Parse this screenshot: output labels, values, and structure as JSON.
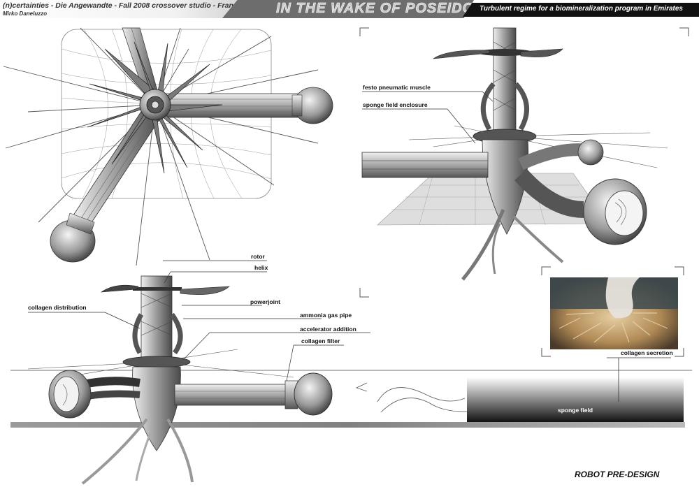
{
  "header": {
    "credit": "(n)certainties - Die Angewandte - Fall 2008 crossover studio - Francois Roche",
    "author": "Mirko Daneluzzo",
    "title": "IN THE WAKE OF POSEIDON",
    "subtitle": "Turbulent regime for a biomineralization program in Emirates"
  },
  "labels": {
    "festo": "festo pneumatic muscle",
    "sponge_enclosure": "sponge field enclosure",
    "rotor": "rotor",
    "helix": "helix",
    "collagen_distribution": "collagen distribution",
    "powerjoint": "powerjoint",
    "ammonia": "ammonia gas pipe",
    "accelerator": "accelerator addition",
    "collagen_filter": "collagen filter",
    "collagen_secretion": "collagen secretion",
    "sponge_field": "sponge field"
  },
  "footer": {
    "text": "ROBOT PRE-DESIGN"
  },
  "colors": {
    "dark_band": "#111111",
    "title_band": "#6d6d6d",
    "ground": "#8c8c8c"
  }
}
